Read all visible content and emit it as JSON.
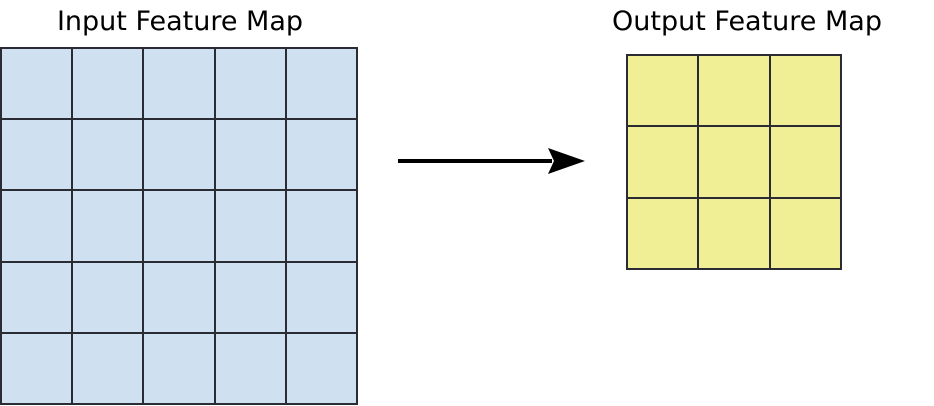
{
  "diagram": {
    "type": "feature-map-transformation",
    "background_color": "#ffffff",
    "input": {
      "title": "Input Feature Map",
      "rows": 5,
      "cols": 5,
      "cell_count": 25,
      "fill_color": "#cfe0f1",
      "line_color": "#2b2b33"
    },
    "output": {
      "title": "Output Feature Map",
      "rows": 3,
      "cols": 3,
      "cell_count": 9,
      "fill_color": "#f1ef95",
      "line_color": "#2b2b33"
    },
    "arrow": {
      "name": "transformation-arrow",
      "direction": "right",
      "color": "#000000"
    }
  }
}
